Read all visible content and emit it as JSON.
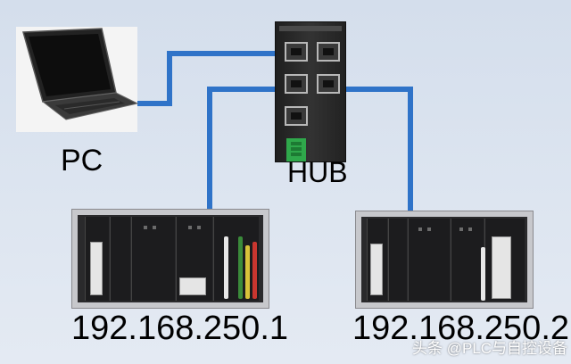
{
  "diagram": {
    "nodes": {
      "pc": {
        "label": "PC"
      },
      "hub": {
        "label": "HUB"
      },
      "plc1": {
        "label": "192.168.250.1"
      },
      "plc2": {
        "label": "192.168.250.2"
      }
    },
    "connections": [
      {
        "from": "pc",
        "to": "hub"
      },
      {
        "from": "hub",
        "to": "plc1"
      },
      {
        "from": "hub",
        "to": "plc2"
      }
    ]
  },
  "colors": {
    "cable": "#2f73c8",
    "background": "#d8e1ee"
  },
  "watermark": "头条 @PLC与自控设备"
}
